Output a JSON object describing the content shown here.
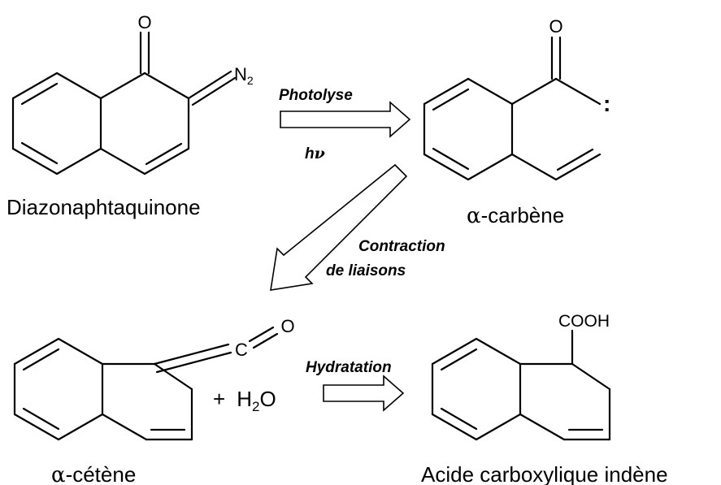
{
  "molecules": {
    "diazo": {
      "name": "Diazonaphtaquinone",
      "oxygen": "O",
      "n2_main": "N",
      "n2_sub": "2"
    },
    "carbene": {
      "name_greek": "α",
      "name_rest": "-carbène",
      "oxygen": "O",
      "carbene_dots": ":"
    },
    "cetene": {
      "name_greek": "α",
      "name_rest": "-cétène",
      "carbon": "C",
      "oxygen": "O"
    },
    "acid": {
      "name": "Acide carboxylique indène",
      "group": "COOH"
    },
    "water": {
      "plus": "+",
      "h": "H",
      "sub": "2",
      "o": "O"
    }
  },
  "conditions": {
    "photolysis": "Photolyse",
    "hv_h": "h",
    "hv_nu": "ν",
    "contraction_line1": "Contraction",
    "contraction_line2": "de liaisons",
    "hydration": "Hydratation"
  }
}
